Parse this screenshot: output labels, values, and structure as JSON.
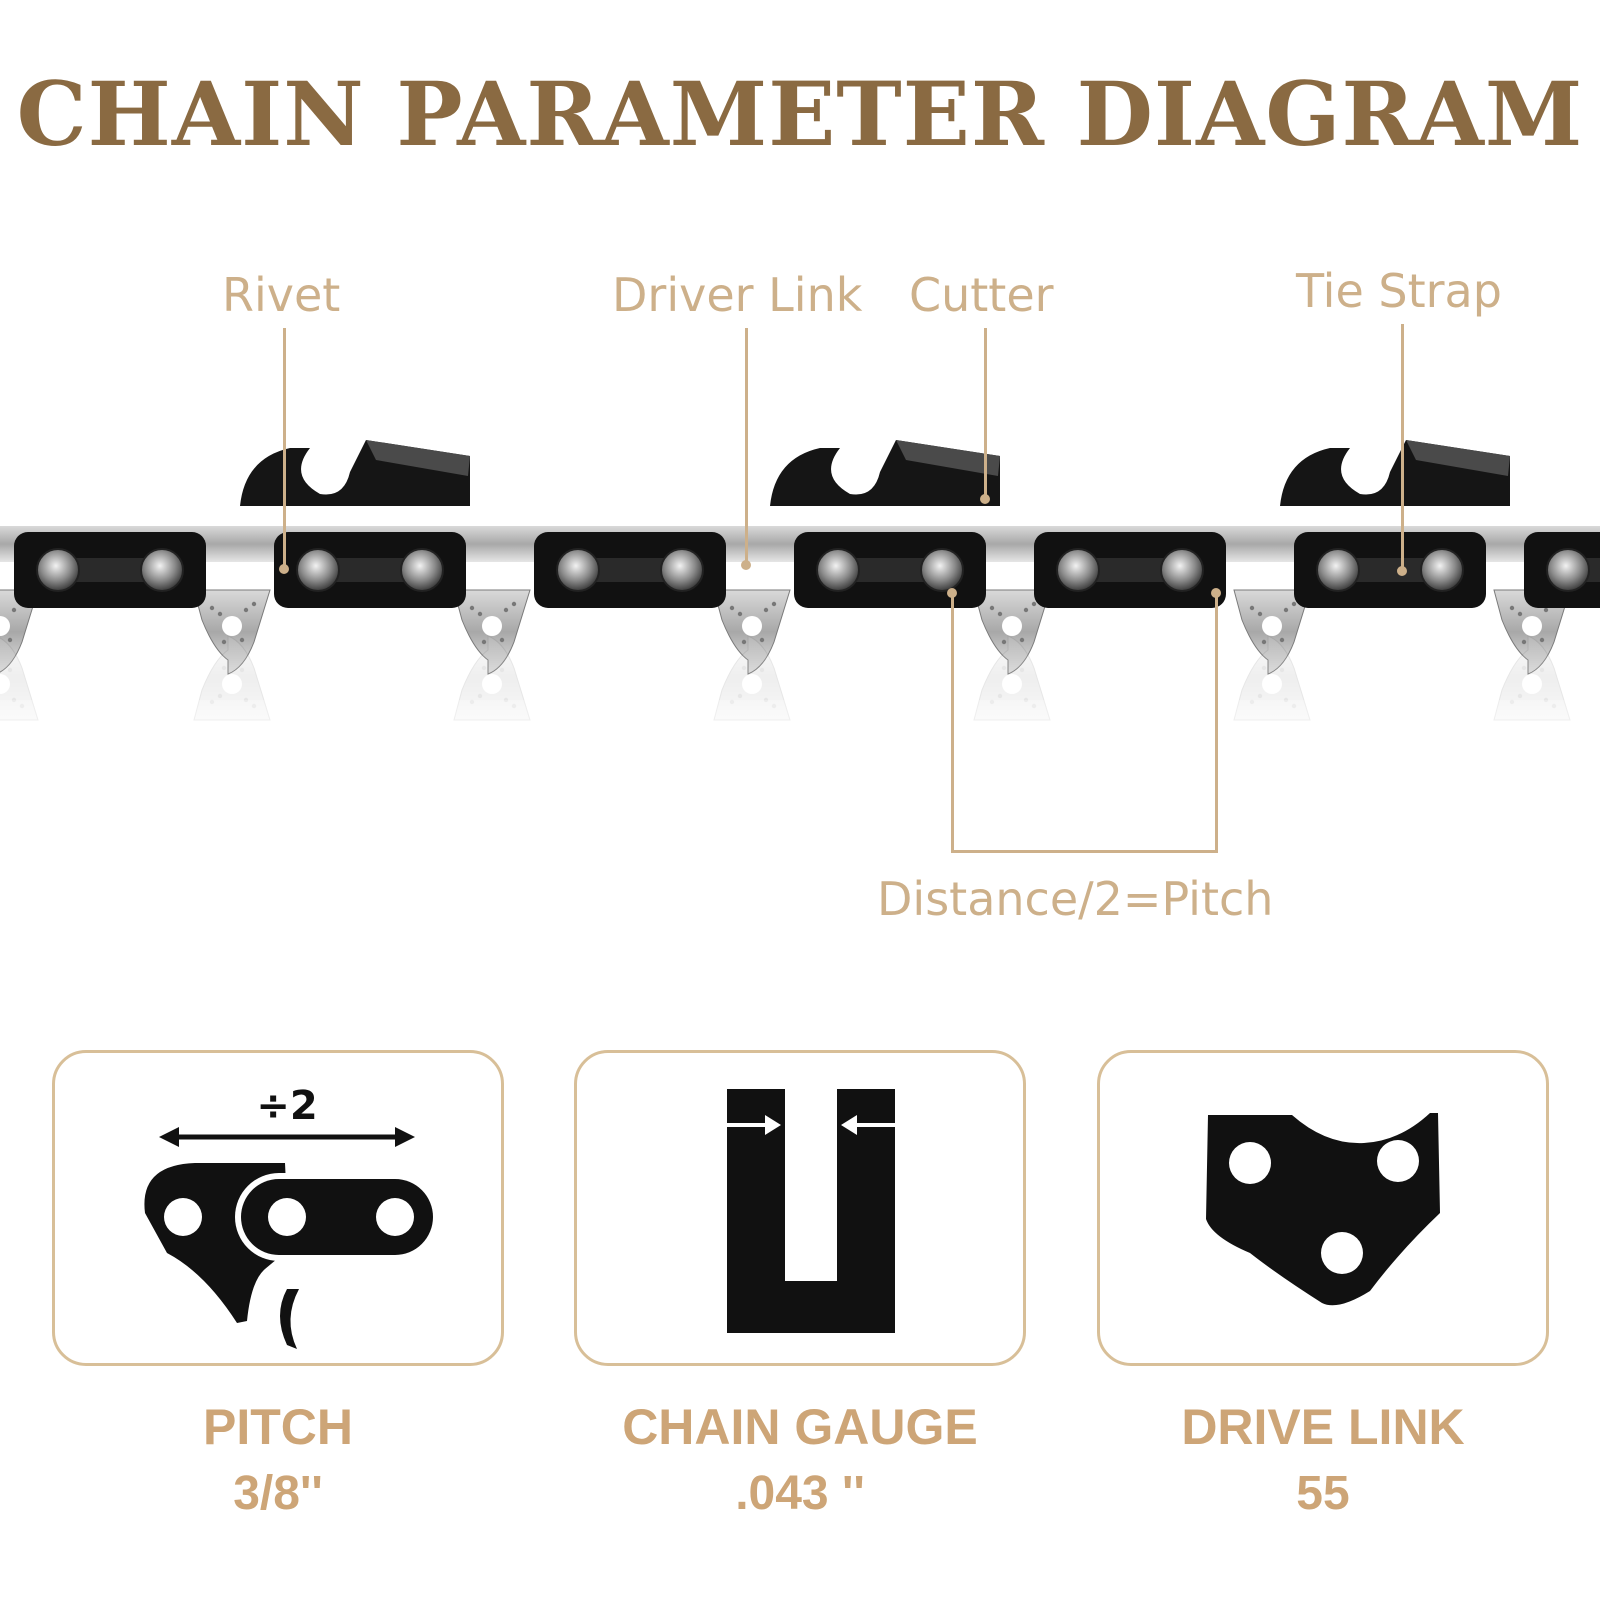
{
  "title": "CHAIN PARAMETER DIAGRAM",
  "callouts": {
    "rivet": "Rivet",
    "driver_link": "Driver Link",
    "cutter": "Cutter",
    "tie_strap": "Tie Strap",
    "distance": "Distance/2=Pitch"
  },
  "pitch_card": {
    "divide_label": "÷2"
  },
  "specs": [
    {
      "name": "PITCH",
      "value": "3/8''"
    },
    {
      "name": "CHAIN GAUGE",
      "value": ".043 ''"
    },
    {
      "name": "DRIVE LINK",
      "value": "55"
    }
  ],
  "colors": {
    "title": "#8a6a42",
    "callout": "#cdb08a",
    "spec": "#cda577",
    "card_border": "#d8bf98"
  }
}
